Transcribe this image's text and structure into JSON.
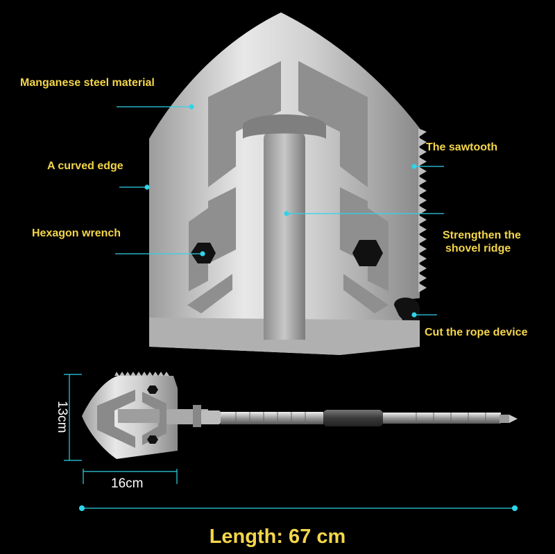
{
  "labels": {
    "manganese": "Manganese steel material",
    "curved_edge": "A curved edge",
    "hexagon": "Hexagon wrench",
    "sawtooth": "The sawtooth",
    "ridge_line1": "Strengthen the",
    "ridge_line2": "shovel ridge",
    "rope": "Cut the rope device"
  },
  "dimensions": {
    "height": "13cm",
    "width": "16cm",
    "length": "Length: 67 cm"
  },
  "colors": {
    "label_yellow": "#f4d64a",
    "pointer_cyan": "#2fd4e8",
    "background": "#000000"
  }
}
